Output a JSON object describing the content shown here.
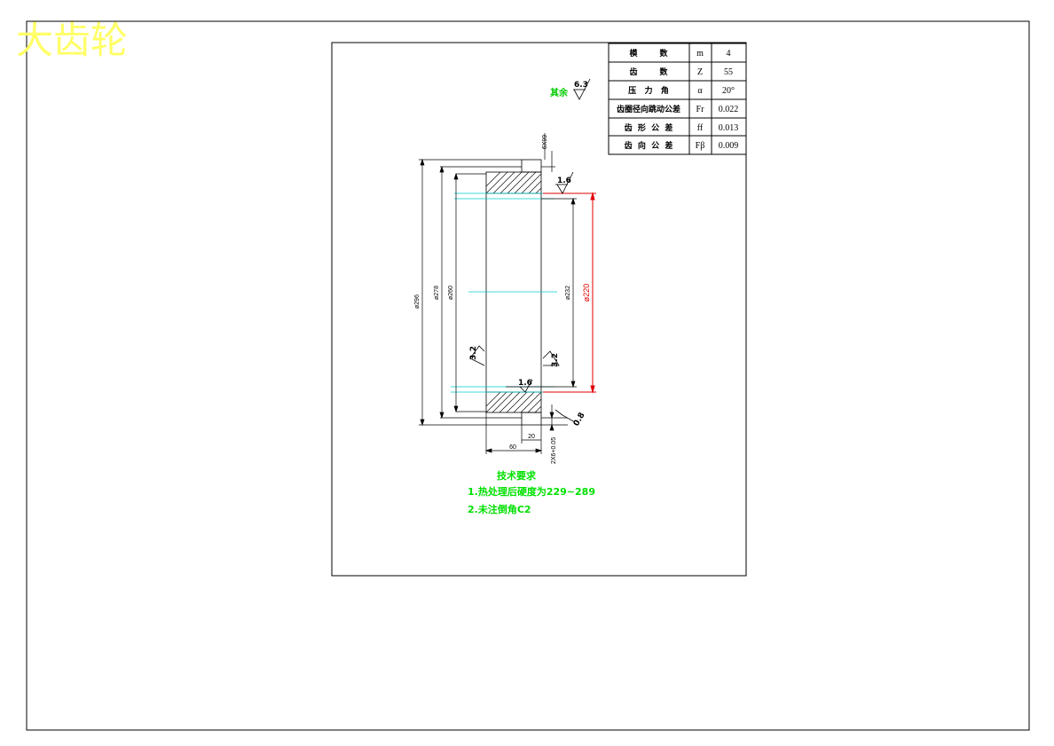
{
  "title": "大齿轮",
  "colors": {
    "title": "#ffff66",
    "notes": "#00e000",
    "center_line": "#00cccc",
    "red_dim": "#e00000",
    "line": "#000000"
  },
  "param_table": [
    {
      "name": "模        数",
      "symbol": "m",
      "value": "4"
    },
    {
      "name": "齿        数",
      "symbol": "Z",
      "value": "55"
    },
    {
      "name": "压   力   角",
      "symbol": "α",
      "value": "20°"
    },
    {
      "name": "齿圈径向跳动公差",
      "symbol": "Fr",
      "value": "0.022"
    },
    {
      "name": "齿  形  公  差",
      "symbol": "ff",
      "value": "0.013"
    },
    {
      "name": "齿  向  公  差",
      "symbol": "Fβ",
      "value": "0.009"
    }
  ],
  "roughness": {
    "other_label": "其余",
    "other_value": "6.3",
    "bore_face": "1.6",
    "bore_face_bottom": "1.6",
    "left_face": "3.2",
    "right_face": "3.2",
    "keyway": "0.8"
  },
  "dimensions": {
    "d296": "ø296",
    "d278": "ø278",
    "d260": "ø260",
    "d232": "ø232",
    "d220": "ø220",
    "width60": "60",
    "width20": "20",
    "top_small": "6X99",
    "bottom_small": "2X6+0.05"
  },
  "notes": {
    "heading": "技术要求",
    "line1": "1.热处理后硬度为229~289",
    "line2": "2.未注倒角C2"
  }
}
